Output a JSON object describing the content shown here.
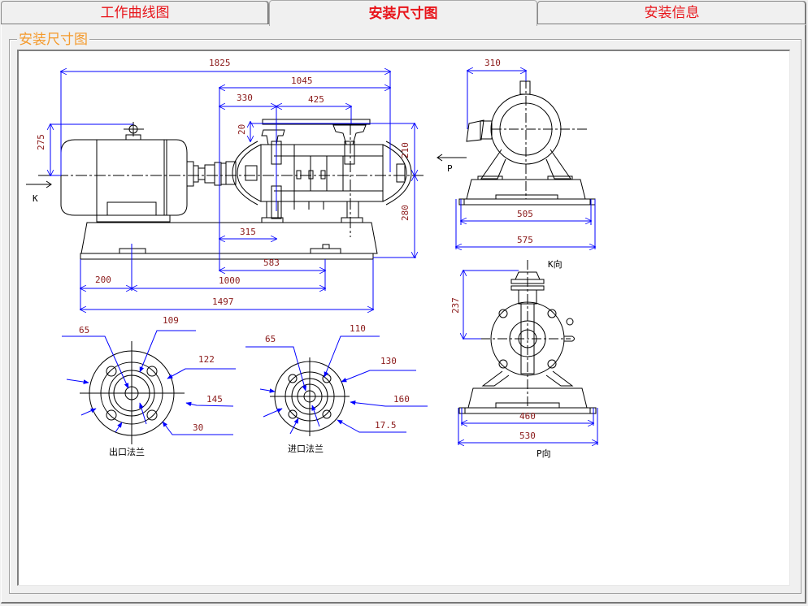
{
  "tabs": [
    {
      "label": "工作曲线图",
      "active": false
    },
    {
      "label": "安装尺寸图",
      "active": true
    },
    {
      "label": "安装信息",
      "active": false
    }
  ],
  "group": {
    "title": "安装尺寸图"
  },
  "colors": {
    "tab_text": "#e8141a",
    "group_title": "#f49a2c",
    "dimension_line": "#0000ff",
    "dimension_text": "#8b1a1a",
    "drawing_line": "#000000"
  },
  "drawing": {
    "side_view": {
      "dims": {
        "total_length": "1825",
        "pump_length": "1045",
        "d330": "330",
        "d425": "425",
        "d20": "20",
        "d210": "210",
        "d280": "280",
        "d275": "275",
        "d315": "315",
        "d583": "583",
        "d200": "200",
        "d1000": "1000",
        "base_length": "1497"
      },
      "view_arrow_k": "K",
      "view_arrow_p": "P"
    },
    "end_view_p": {
      "dims": {
        "d310": "310",
        "d505": "505",
        "d575": "575"
      }
    },
    "end_view_k": {
      "label_top": "K向",
      "label_bottom": "P向",
      "dims": {
        "d237": "237",
        "d460": "460",
        "d530": "530"
      }
    },
    "outlet_flange": {
      "caption": "出口法兰",
      "dims": {
        "bore": "65",
        "d109": "109",
        "d122": "122",
        "d145": "145",
        "hole": "30"
      }
    },
    "inlet_flange": {
      "caption": "进口法兰",
      "dims": {
        "bore": "65",
        "d110": "110",
        "d130": "130",
        "d160": "160",
        "hole": "17.5"
      }
    }
  }
}
